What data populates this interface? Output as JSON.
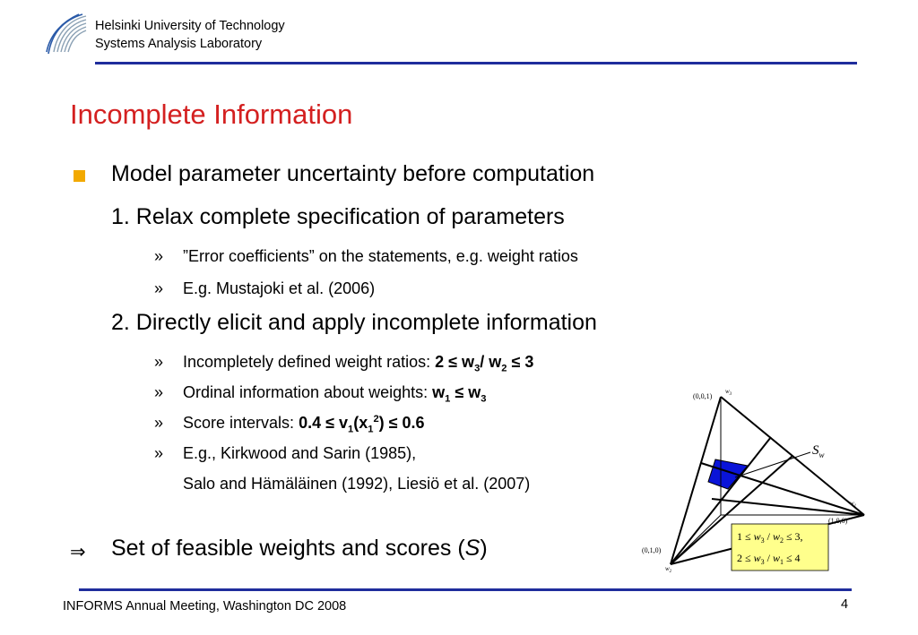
{
  "header": {
    "institution_line1": "Helsinki University of Technology",
    "institution_line2": "Systems Analysis Laboratory",
    "rule_color": "#1f2d9c"
  },
  "slide": {
    "title": "Incomplete Information",
    "title_color": "#d42020",
    "bullet_color": "#f2a900",
    "main_bullet": "Model parameter uncertainty before computation",
    "item1": "1. Relax complete specification of parameters",
    "item1_subs": [
      "”Error coefficients” on the statements, e.g. weight ratios",
      "E.g. Mustajoki et al. (2006)"
    ],
    "item2": "2. Directly elicit and apply incomplete information",
    "item2_subs": {
      "ratio_text": "Incompletely defined weight ratios: ",
      "ordinal_text": "Ordinal information about weights: ",
      "score_text": "Score intervals: ",
      "example_line1": "E.g., Kirkwood and Sarin (1985),",
      "example_line2": "Salo and Hämäläinen (1992), Liesiö et al. (2007)"
    },
    "sub_marker": "»",
    "conclusion_arrow": "⇒",
    "conclusion_text": "Set of feasible weights and scores (",
    "conclusion_symbol": "S",
    "conclusion_close": ")"
  },
  "diagram": {
    "vertex_top": "(0,0,1)",
    "vertex_right": "(1,0,0)",
    "vertex_left": "(0,1,0)",
    "axis_w3": "w",
    "axis_w3_sub": "3",
    "axis_w1": "w",
    "axis_w1_sub": "1",
    "axis_w2": "w",
    "axis_w2_sub": "2",
    "set_label": "S",
    "set_label_sub": "w",
    "region_color": "#0a14d8",
    "constraint_box_color": "#ffff8c",
    "constraint1": "1 ≤ w3 / w2 ≤ 3,",
    "constraint2": "2 ≤ w3 / w1 ≤ 4"
  },
  "footer": {
    "text": "INFORMS Annual Meeting, Washington DC 2008",
    "page_number": "4"
  }
}
